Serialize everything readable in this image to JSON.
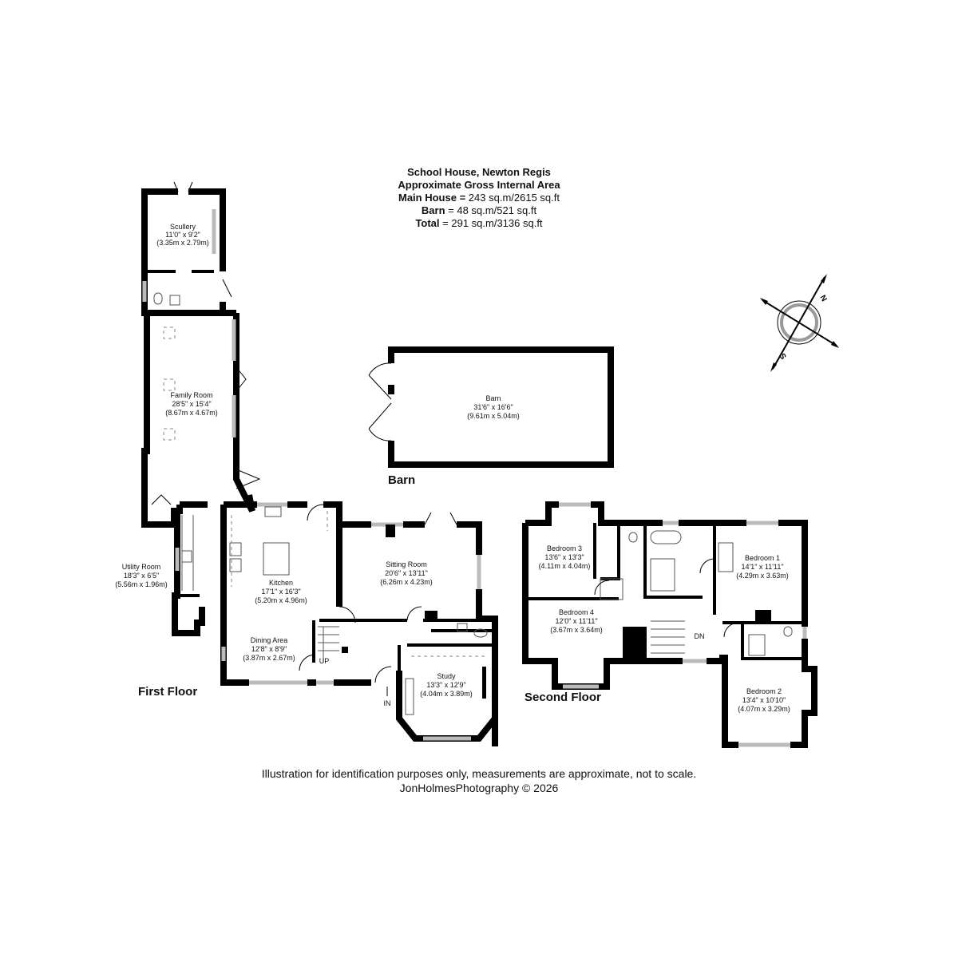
{
  "header": {
    "title": "School House, Newton Regis",
    "subtitle": "Approximate Gross Internal Area",
    "areas": [
      {
        "label": "Main House =",
        "value": "243 sq.m/2615 sq.ft"
      },
      {
        "label": "Barn",
        "value": "= 48 sq.m/521 sq.ft"
      },
      {
        "label": "Total",
        "value": "= 291 sq.m/3136 sq.ft"
      }
    ]
  },
  "floors": {
    "first": "First Floor",
    "second": "Second Floor",
    "barn": "Barn"
  },
  "rooms": {
    "scullery": {
      "name": "Scullery",
      "imperial": "11'0\" x 9'2\"",
      "metric": "(3.35m x 2.79m)"
    },
    "family": {
      "name": "Family Room",
      "imperial": "28'5\" x 15'4\"",
      "metric": "(8.67m x 4.67m)"
    },
    "utility": {
      "name": "Utility Room",
      "imperial": "18'3\" x 6'5\"",
      "metric": "(5.56m x 1.96m)"
    },
    "kitchen": {
      "name": "Kitchen",
      "imperial": "17'1\" x 16'3\"",
      "metric": "(5.20m x 4.96m)"
    },
    "dining": {
      "name": "Dining Area",
      "imperial": "12'8\" x 8'9\"",
      "metric": "(3.87m x 2.67m)"
    },
    "sitting": {
      "name": "Sitting Room",
      "imperial": "20'6\" x 13'11\"",
      "metric": "(6.26m x 4.23m)"
    },
    "study": {
      "name": "Study",
      "imperial": "13'3\" x 12'9\"",
      "metric": "(4.04m x 3.89m)"
    },
    "barn": {
      "name": "Barn",
      "imperial": "31'6\" x 16'6\"",
      "metric": "(9.61m x 5.04m)"
    },
    "bed1": {
      "name": "Bedroom 1",
      "imperial": "14'1\" x 11'11\"",
      "metric": "(4.29m x 3.63m)"
    },
    "bed2": {
      "name": "Bedroom 2",
      "imperial": "13'4\" x 10'10\"",
      "metric": "(4.07m x 3.29m)"
    },
    "bed3": {
      "name": "Bedroom 3",
      "imperial": "13'6\" x 13'3\"",
      "metric": "(4.11m x 4.04m)"
    },
    "bed4": {
      "name": "Bedroom 4",
      "imperial": "12'0\" x 11'11\"",
      "metric": "(3.67m x 3.64m)"
    }
  },
  "markers": {
    "up": "UP",
    "in": "IN",
    "dn": "DN"
  },
  "compass": {
    "north": "N",
    "south": "S"
  },
  "footer": {
    "disclaimer": "Illustration for identification purposes only, measurements are approximate, not to scale.",
    "credit": "JonHolmesPhotography © 2026"
  }
}
